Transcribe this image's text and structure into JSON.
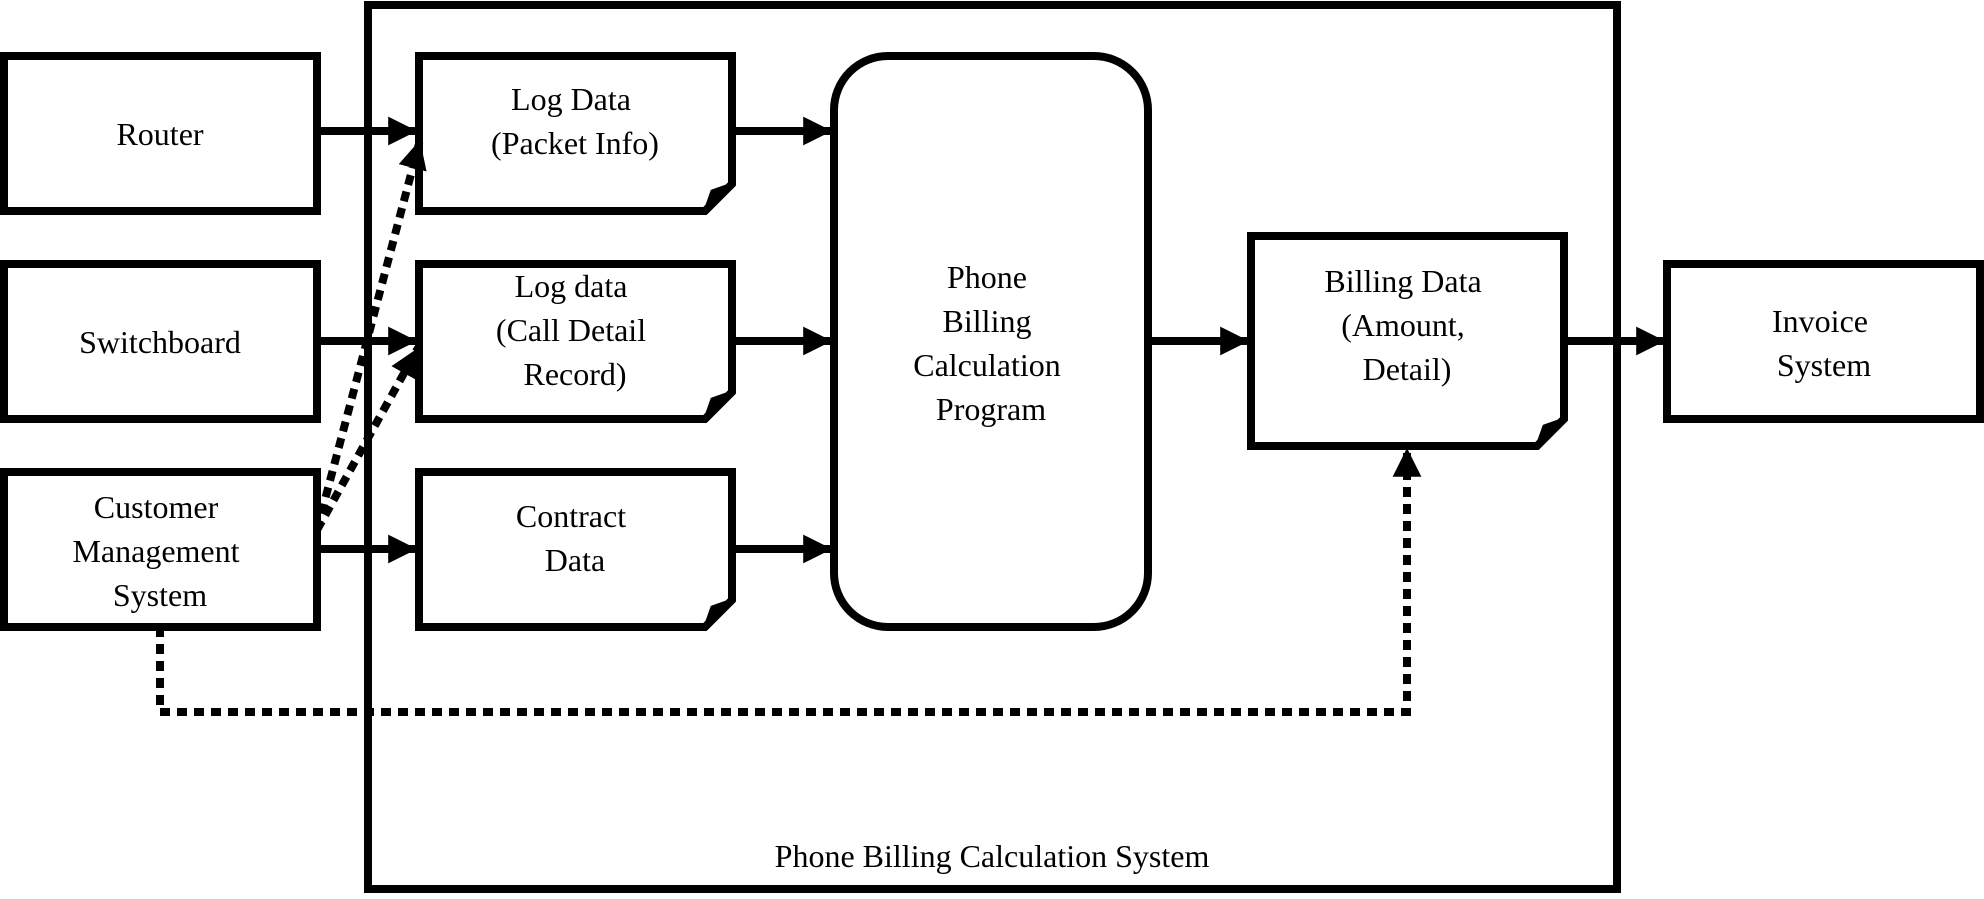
{
  "system": {
    "label": "Phone Billing Calculation System"
  },
  "sources": {
    "router": "Router",
    "switchboard": "Switchboard",
    "customer_management": [
      "Customer",
      "Management",
      "System"
    ]
  },
  "data_stores": {
    "log_packet": [
      "Log Data",
      "(Packet Info)"
    ],
    "log_call": [
      "Log data",
      "(Call Detail",
      "Record)"
    ],
    "contract": [
      "Contract",
      "Data"
    ],
    "billing": [
      "Billing Data",
      "(Amount,",
      "Detail)"
    ]
  },
  "program": {
    "label": [
      "Phone",
      "Billing",
      "Calculation",
      "Program"
    ]
  },
  "invoice": {
    "label": [
      "Invoice",
      "System"
    ]
  }
}
